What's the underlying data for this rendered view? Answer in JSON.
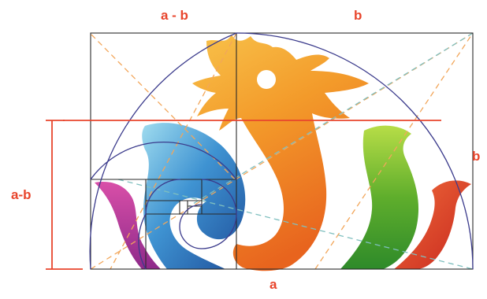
{
  "labels": {
    "top_left": "a - b",
    "top_right": "b",
    "right": "b",
    "left": "a-b",
    "bottom": "a"
  },
  "colors": {
    "label": "#e8452c",
    "frame": "#222222",
    "arc": "#4a4aa0",
    "guide_orange": "#f2a65a",
    "guide_teal": "#7fbfbf",
    "dragon_orange": "#f28a1e",
    "dragon_yellow": "#f6b73c",
    "blue": "#2f7fc4",
    "cyan": "#5fc3e0",
    "green": "#6ab72e",
    "magenta": "#c0388e",
    "red": "#e0452a"
  }
}
